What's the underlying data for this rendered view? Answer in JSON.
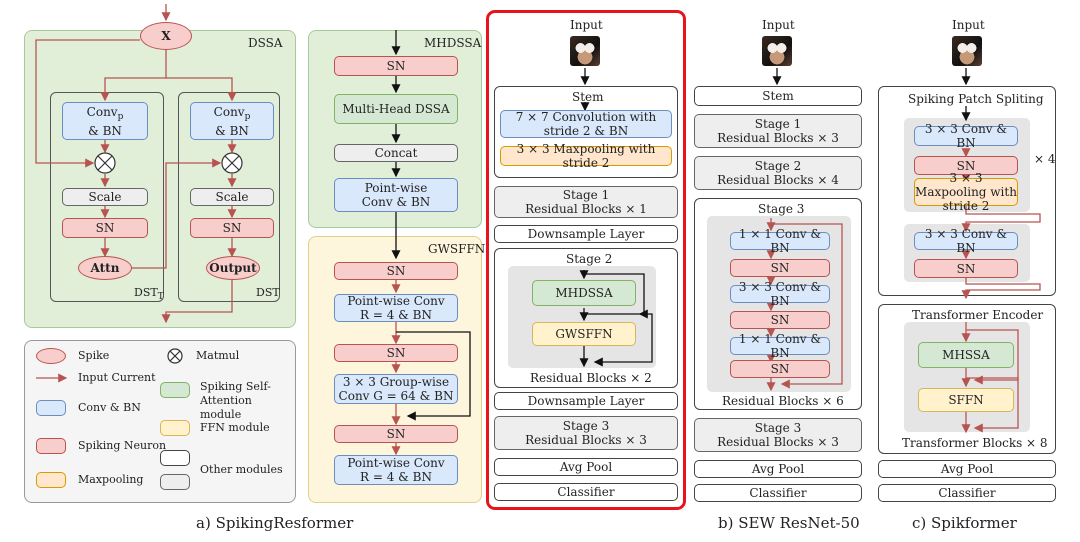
{
  "dssa": {
    "title": "DSSA",
    "x": "X",
    "conv_left": "Conv",
    "conv_left_sub": "p",
    "conv_left_2": "& BN",
    "conv_right": "Conv",
    "conv_right_sub": "p",
    "conv_right_2": "& BN",
    "scale": "Scale",
    "sn": "SN",
    "attn": "Attn",
    "output": "Output",
    "dst_t": "DST",
    "dst_t_sub": "T",
    "dst": "DST"
  },
  "legend": {
    "spike": "Spike",
    "input_current": "Input Current",
    "conv_bn": "Conv & BN",
    "spiking_neuron": "Spiking Neuron",
    "maxpooling": "Maxpooling",
    "matmul": "Matmul",
    "ssa_module": "Spiking Self-Attention module",
    "ffn_module": "FFN module",
    "other_modules": "Other modules"
  },
  "mhdssa": {
    "title": "MHDSSA",
    "sn": "SN",
    "multi_head": "Multi-Head DSSA",
    "concat": "Concat",
    "pw_conv": "Point-wise Conv & BN"
  },
  "gwsffn": {
    "title": "GWSFFN",
    "sn1": "SN",
    "pw1": "Point-wise Conv R = 4 & BN",
    "sn2": "SN",
    "gw": "3 × 3 Group-wise Conv G = 64 & BN",
    "sn3": "SN",
    "pw2": "Point-wise Conv R = 4 & BN"
  },
  "spikingresformer": {
    "input": "Input",
    "stem": "Stem",
    "conv7": "7 × 7 Convolution with stride 2 & BN",
    "maxpool": "3 × 3 Maxpooling with stride 2",
    "stage1": "Stage 1",
    "stage1_blocks": "Residual Blocks × 1",
    "downsample1": "Downsample Layer",
    "stage2": "Stage 2",
    "mhdssa": "MHDSSA",
    "gwsffn": "GWSFFN",
    "stage2_blocks": "Residual Blocks × 2",
    "downsample2": "Downsample Layer",
    "stage3": "Stage 3",
    "stage3_blocks": "Residual Blocks × 3",
    "avgpool": "Avg Pool",
    "classifier": "Classifier"
  },
  "sew": {
    "input": "Input",
    "stem": "Stem",
    "stage1": "Stage 1",
    "stage1_blocks": "Residual Blocks × 3",
    "stage2": "Stage 2",
    "stage2_blocks": "Residual Blocks × 4",
    "stage3": "Stage 3",
    "conv1a": "1 × 1 Conv & BN",
    "sn1": "SN",
    "conv3": "3 × 3 Conv & BN",
    "sn2": "SN",
    "conv1b": "1 × 1 Conv & BN",
    "sn3": "SN",
    "stage3_blocks": "Residual Blocks × 6",
    "stage4": "Stage 3",
    "stage4_blocks": "Residual Blocks × 3",
    "avgpool": "Avg Pool",
    "classifier": "Classifier"
  },
  "spikformer": {
    "input": "Input",
    "sps": "Spiking Patch Spliting",
    "conv3a": "3 × 3 Conv & BN",
    "sn1": "SN",
    "maxpool": "3 × 3 Maxpooling with stride 2",
    "x4": "× 4",
    "conv3b": "3 × 3 Conv & BN",
    "sn2": "SN",
    "encoder": "Transformer Encoder",
    "mhssa": "MHSSA",
    "sffn": "SFFN",
    "blocks": "Transformer Blocks × 8",
    "avgpool": "Avg Pool",
    "classifier": "Classifier"
  },
  "captions": {
    "a": "a) SpikingResformer",
    "b": "b) SEW ResNet-50",
    "c": "c) Spikformer"
  },
  "colors": {
    "spike_red": "#b85450",
    "highlight_red": "#e8141c"
  }
}
